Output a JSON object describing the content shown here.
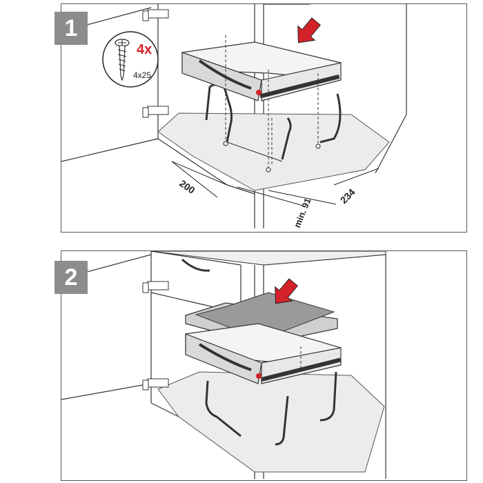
{
  "steps": [
    {
      "number": "1",
      "screw": {
        "count": "4x",
        "size": "4x25"
      },
      "dimensions": {
        "left_depth": "200",
        "front_gap": "min. 91",
        "right_depth": "234"
      }
    },
    {
      "number": "2"
    }
  ],
  "colors": {
    "accent_red": "#d4222a",
    "badge_gray": "#8c8c8c",
    "line": "#222222",
    "floor": "#ececec",
    "frame": "#9a9a9a"
  }
}
